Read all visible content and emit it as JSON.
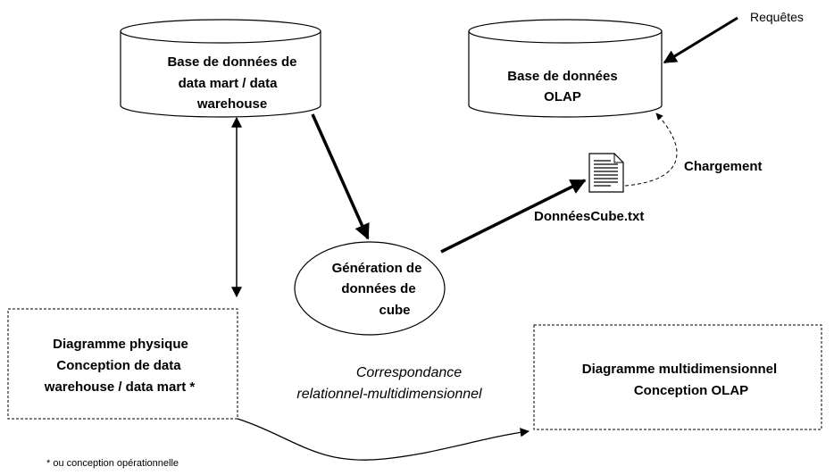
{
  "diagram": {
    "requetes_label": "Requêtes",
    "dm_db": {
      "line1": "Base de données de",
      "line2": "data mart / data",
      "line3": "warehouse"
    },
    "olap_db": {
      "line1": "Base de données",
      "line2": "OLAP"
    },
    "chargement_label": "Chargement",
    "file": {
      "name": "DonnéesCube.txt",
      "icon": "text-file-icon"
    },
    "generation": {
      "line1": "Génération de",
      "line2": "données de",
      "line3": "cube"
    },
    "physical": {
      "line1": "Diagramme physique",
      "line2": "Conception de data",
      "line3": "warehouse / data mart *"
    },
    "mapping": {
      "line1": "Correspondance",
      "line2": "relationnel-multidimensionnel"
    },
    "multidim": {
      "line1": "Diagramme multidimensionnel",
      "line2": "Conception OLAP"
    },
    "footnote": "* ou conception opérationnelle"
  }
}
